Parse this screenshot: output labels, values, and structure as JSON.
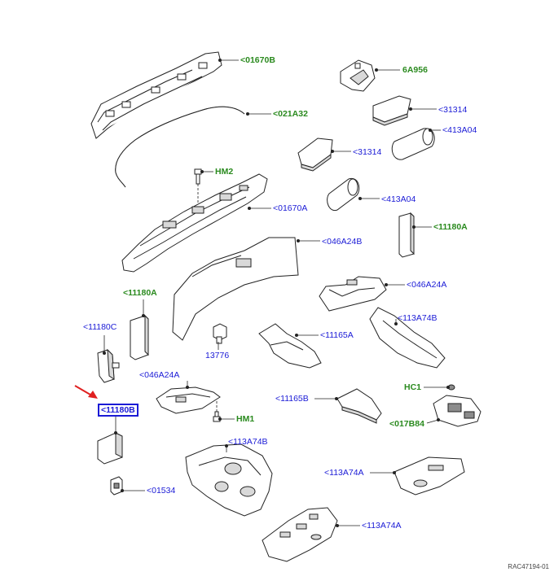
{
  "diagram": {
    "reference": "RAC47194-01",
    "colors": {
      "blue_label": "#1a1ad6",
      "green_label": "#2a8a1e",
      "pointer_arrow": "#e02020"
    },
    "callouts": [
      {
        "id": "c01670B",
        "text": "<01670B",
        "color": "green",
        "part": "rear-seat-back-panel"
      },
      {
        "id": "c021A32",
        "text": "<021A32",
        "color": "green",
        "part": "weatherstrip"
      },
      {
        "id": "c6A956",
        "text": "6A956",
        "color": "green",
        "part": "mount-bracket"
      },
      {
        "id": "c31314a",
        "text": "<31314",
        "color": "blue",
        "part": "insulator-pad-upper"
      },
      {
        "id": "c413A04a",
        "text": "<413A04",
        "color": "blue",
        "part": "insulator-roll-upper"
      },
      {
        "id": "c31314b",
        "text": "<31314",
        "color": "blue",
        "part": "insulator-pad-lower"
      },
      {
        "id": "cHM2",
        "text": "HM2",
        "color": "green",
        "part": "fastener-hm2"
      },
      {
        "id": "c413A04b",
        "text": "<413A04",
        "color": "blue",
        "part": "insulator-roll-lower"
      },
      {
        "id": "c01670A",
        "text": "<01670A",
        "color": "blue",
        "part": "support-panel"
      },
      {
        "id": "c11180A_r",
        "text": "<11180A",
        "color": "green",
        "part": "foam-block-right"
      },
      {
        "id": "c046A24B",
        "text": "<046A24B",
        "color": "blue",
        "part": "side-insulator"
      },
      {
        "id": "c11180A_l",
        "text": "<11180A",
        "color": "green",
        "part": "foam-block-left"
      },
      {
        "id": "c046A24A_r",
        "text": "<046A24A",
        "color": "blue",
        "part": "duct-insulator"
      },
      {
        "id": "c11180C",
        "text": "<11180C",
        "color": "blue",
        "part": "corner-block"
      },
      {
        "id": "c113A74B_r",
        "text": "<113A74B",
        "color": "blue",
        "part": "floor-insulator-strip"
      },
      {
        "id": "c11165A",
        "text": "<11165A",
        "color": "blue",
        "part": "pad-11165a"
      },
      {
        "id": "c13776",
        "text": "13776",
        "color": "blue",
        "part": "clip-13776"
      },
      {
        "id": "c046A24A_l",
        "text": "<046A24A",
        "color": "blue",
        "part": "tray-insulator"
      },
      {
        "id": "cHC1",
        "text": "HC1",
        "color": "green",
        "part": "fastener-hc1"
      },
      {
        "id": "c11165B",
        "text": "<11165B",
        "color": "blue",
        "part": "pad-11165b"
      },
      {
        "id": "c11180B",
        "text": "<11180B",
        "color": "selected",
        "part": "block-11180b"
      },
      {
        "id": "cHM1",
        "text": "HM1",
        "color": "green",
        "part": "fastener-hm1"
      },
      {
        "id": "c017B84",
        "text": "<017B84",
        "color": "green",
        "part": "connector-housing"
      },
      {
        "id": "c113A74B_l",
        "text": "<113A74B",
        "color": "blue",
        "part": "floor-insulator-main"
      },
      {
        "id": "c113A74A_r",
        "text": "<113A74A",
        "color": "blue",
        "part": "floor-pan-right"
      },
      {
        "id": "c01534",
        "text": "<01534",
        "color": "blue",
        "part": "bracket-01534"
      },
      {
        "id": "c113A74A_l",
        "text": "<113A74A",
        "color": "blue",
        "part": "floor-pan-left"
      }
    ]
  }
}
